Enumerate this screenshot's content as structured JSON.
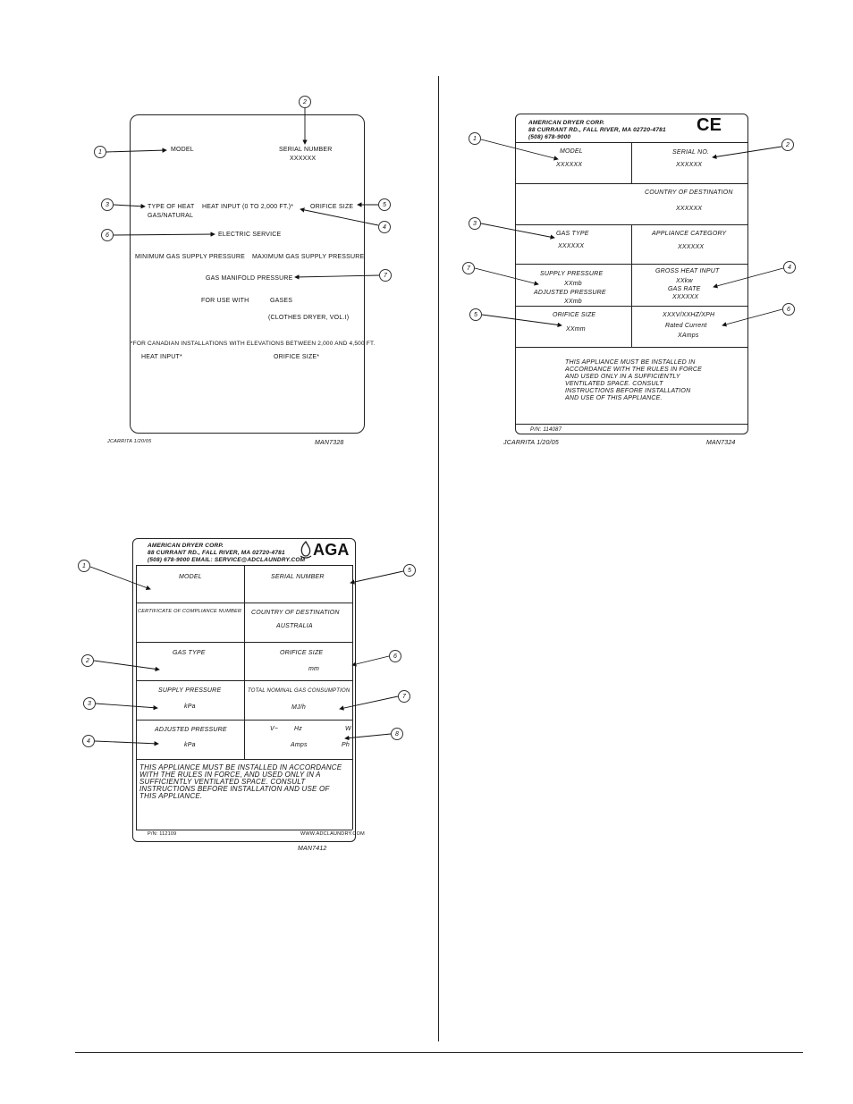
{
  "plateA": {
    "model": "MODEL",
    "serial_number": "SERIAL NUMBER",
    "serial_value": "XXXXXX",
    "type_of_heat": "TYPE OF HEAT",
    "heat_input": "HEAT INPUT (0 TO 2,000 FT.)*",
    "orifice_size": "ORIFICE SIZE",
    "gas_natural": "GAS/NATURAL",
    "electric_service": "ELECTRIC SERVICE",
    "min_gas": "MINIMUM GAS SUPPLY PRESSURE",
    "max_gas": "MAXIMUM GAS SUPPLY PRESSURE",
    "manifold": "GAS MANIFOLD PRESSURE",
    "for_use_with": "FOR USE WITH",
    "gases": "GASES",
    "clothes_dryer": "(CLOTHES DRYER, VOL.I)",
    "canadian": "*FOR CANADIAN INSTALLATIONS WITH ELEVATIONS BETWEEN 2,000 AND 4,500 FT.",
    "heat_input2": "HEAT INPUT*",
    "orifice_size2": "ORIFICE SIZE*",
    "author": "JCARRITA 1/20/05",
    "man": "MAN7328",
    "callouts": [
      "1",
      "2",
      "3",
      "4",
      "5",
      "6",
      "7"
    ]
  },
  "plateB": {
    "company": "AMERICAN DRYER CORP.",
    "address": "88 CURRANT RD., FALL RIVER, MA 02720-4781",
    "phone": "(508) 678-9000",
    "ce": "CE",
    "model": "MODEL",
    "model_value": "XXXXXX",
    "serial": "SERIAL NO.",
    "serial_value": "XXXXXX",
    "country": "COUNTRY OF DESTINATION",
    "country_value": "XXXXXX",
    "gas_type": "GAS TYPE",
    "gas_type_value": "XXXXXX",
    "appliance_cat": "APPLIANCE CATEGORY",
    "appliance_cat_value": "XXXXXX",
    "supply_pressure": "SUPPLY PRESSURE",
    "supply_value": "XXmb",
    "adjusted_pressure": "ADJUSTED PRESSURE",
    "adjusted_value": "XXmb",
    "gross_heat": "GROSS HEAT INPUT",
    "gross_value": "XXkw",
    "gas_rate": "GAS RATE",
    "gas_rate_value": "XXXXXX",
    "orifice": "ORIFICE SIZE",
    "orifice_value": "XXmm",
    "voltage": "XXXV/XXHZ/XPH",
    "rated_current": "Rated Current",
    "amps": "XAmps",
    "notice": [
      "THIS APPLIANCE MUST BE INSTALLED IN",
      "ACCORDANCE WITH THE RULES IN FORCE",
      "AND USED ONLY IN A SUFFICIENTLY",
      "VENTILATED SPACE. CONSULT",
      "INSTRUCTIONS BEFORE INSTALLATION",
      "AND USE OF THIS APPLIANCE."
    ],
    "pn": "P/N: 114087",
    "author": "JCARRITA 1/20/05",
    "man": "MAN7324",
    "callouts": [
      "1",
      "2",
      "3",
      "4",
      "7",
      "5",
      "6"
    ]
  },
  "plateC": {
    "company": "AMERICAN DRYER CORP.",
    "address": "88 CURRANT RD., FALL RIVER, MA 02720-4781",
    "phone_email": "(508) 678-9000 EMAIL: SERVICE@ADCLAUNDRY.COM",
    "aga": "AGA",
    "model": "MODEL",
    "serial": "SERIAL NUMBER",
    "certificate": "CERTIFICATE OF COMPLIANCE NUMBER",
    "country": "COUNTRY OF DESTINATION",
    "country_value": "AUSTRALIA",
    "gas_type": "GAS TYPE",
    "orifice": "ORIFICE SIZE",
    "mm": "mm",
    "supply": "SUPPLY PRESSURE",
    "kpa1": "kPa",
    "consumption": "TOTAL NOMINAL GAS CONSUMPTION",
    "mjh": "MJ/h",
    "adjusted": "ADJUSTED PRESSURE",
    "kpa2": "kPa",
    "v": "V~",
    "hz": "Hz",
    "w": "W",
    "amps": "Amps",
    "ph": "Ph",
    "notice": [
      "THIS APPLIANCE MUST BE INSTALLED IN ACCORDANCE",
      "WITH THE RULES IN FORCE, AND USED ONLY IN A",
      "SUFFICIENTLY VENTILATED SPACE. CONSULT",
      "INSTRUCTIONS BEFORE INSTALLATION AND USE OF",
      "THIS APPLIANCE."
    ],
    "pn": "P/N: 112109",
    "web": "WWW.ADCLAUNDRY.COM",
    "man": "MAN7412",
    "callouts": [
      "1",
      "5",
      "2",
      "6",
      "3",
      "7",
      "4",
      "8"
    ]
  }
}
